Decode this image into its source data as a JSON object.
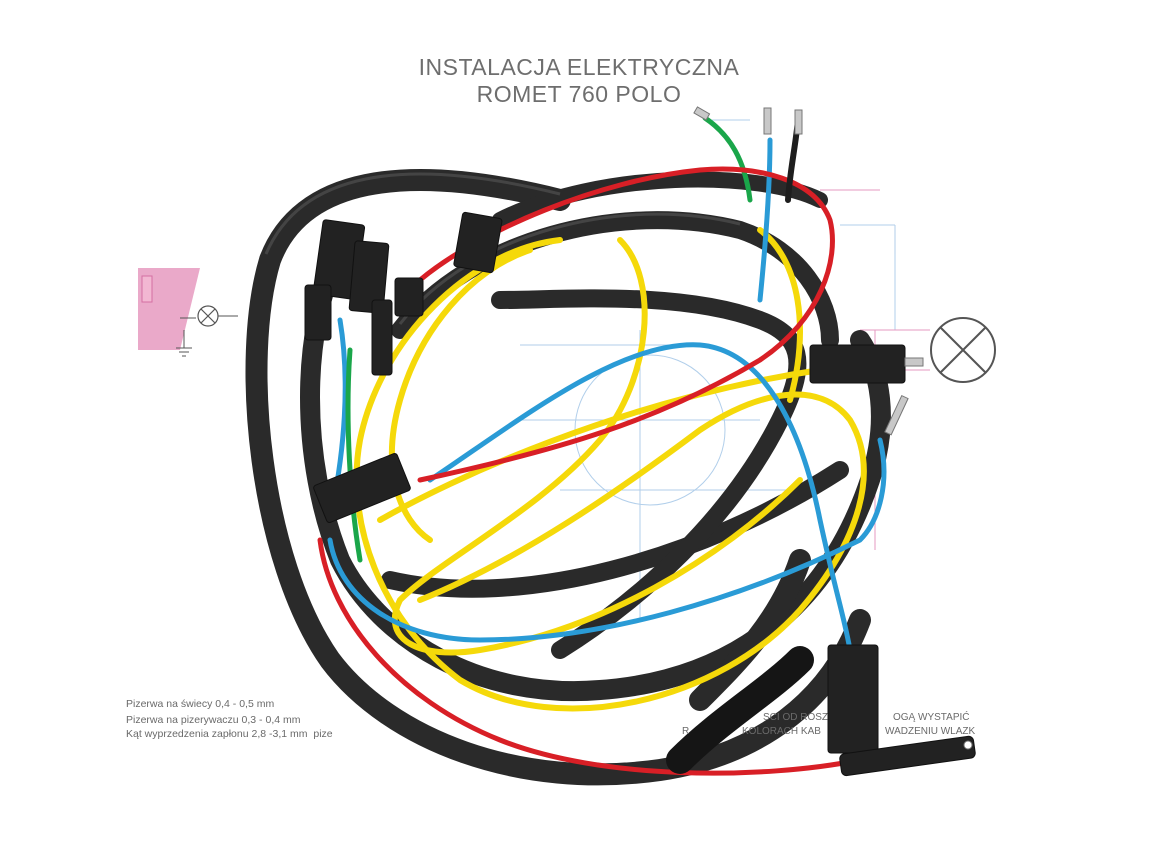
{
  "sheet": {
    "title_line1": "INSTALACJA ELEKTRYCZNA",
    "title_line2": "ROMET 760 POLO",
    "notes": [
      "Pizerwa na świecy 0,4 - 0,5 mm",
      "Pizerwa na pizerywaczu 0,3 - 0,4 mm",
      "Kąt wyprzedzenia zapłonu 2,8 -3,1 mm"
    ],
    "note_tail": "pize",
    "warning_fragment_1": "SCI OD ROSZ",
    "warning_fragment_2": "OGĄ WYSTAPIĆ",
    "warning_fragment_3": "R",
    "warning_fragment_4": "KOLORACH KAB",
    "warning_fragment_5": "WADZENIU WLAZK"
  },
  "colors": {
    "background": "#ffffff",
    "sheet_text": "#6e6e6e",
    "wire_black": "#2a2a2a",
    "wire_yellow": "#f5d90a",
    "wire_blue": "#2a9bd6",
    "wire_red": "#d81f26",
    "wire_green": "#1aa64a",
    "diagram_pink": "#e69ac0"
  },
  "icons": {
    "lamp_symbol": "bulb-cross-icon",
    "ground_symbol": "ground-icon"
  }
}
